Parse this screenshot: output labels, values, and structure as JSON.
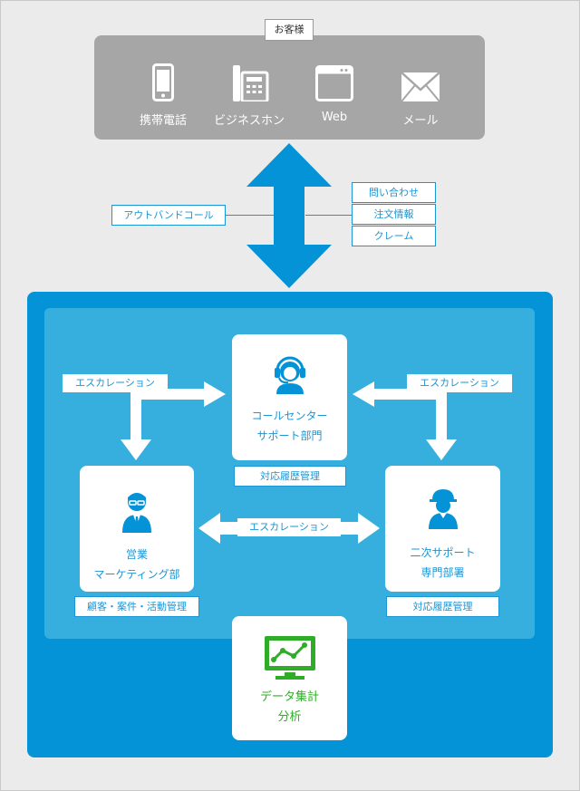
{
  "customer": {
    "label": "お客様",
    "channels": [
      {
        "name": "携帯電話",
        "icon": "mobile-phone-icon"
      },
      {
        "name": "ビジネスホン",
        "icon": "business-phone-icon"
      },
      {
        "name": "Web",
        "icon": "browser-window-icon"
      },
      {
        "name": "メール",
        "icon": "envelope-icon"
      }
    ]
  },
  "flow": {
    "outbound": "アウトバンドコール",
    "inbound": [
      "問い合わせ",
      "注文情報",
      "クレーム"
    ]
  },
  "nodes": {
    "callcenter": {
      "line1": "コールセンター",
      "line2": "サポート部門",
      "icon": "operator-headset-icon"
    },
    "sales": {
      "line1": "営業",
      "line2": "マーケティング部",
      "icon": "business-person-icon"
    },
    "support2": {
      "line1": "二次サポート",
      "line2": "専門部署",
      "icon": "helmet-worker-icon"
    },
    "analytics": {
      "line1": "データ集計",
      "line2": "分析",
      "icon": "monitor-chart-icon"
    }
  },
  "tags": {
    "callcenter": "対応履歴管理",
    "sales": "顧客・案件・活動管理",
    "support2": "対応履歴管理"
  },
  "escalation": {
    "left": "エスカレーション",
    "right": "エスカレーション",
    "middle": "エスカレーション"
  },
  "colors": {
    "accent": "#0493d6",
    "inner": "#36afdf",
    "customer": "#a6a6a6",
    "analytics": "#2fad28"
  }
}
